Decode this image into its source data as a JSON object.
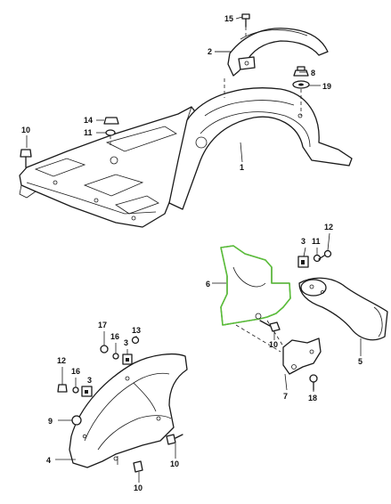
{
  "accent_color": "#5bbf3a",
  "highlighted_part": "6",
  "callouts": {
    "c1": "1",
    "c2": "2",
    "c3a": "3",
    "c3b": "3",
    "c3c": "3",
    "c4": "4",
    "c5": "5",
    "c6": "6",
    "c7": "7",
    "c8": "8",
    "c9": "9",
    "c10a": "10",
    "c10b": "10",
    "c10c": "10",
    "c10d": "10",
    "c11a": "11",
    "c11b": "11",
    "c12a": "12",
    "c12b": "12",
    "c13": "13",
    "c14": "14",
    "c15": "15",
    "c16a": "16",
    "c16b": "16",
    "c17": "17",
    "c18": "18",
    "c19": "19"
  }
}
